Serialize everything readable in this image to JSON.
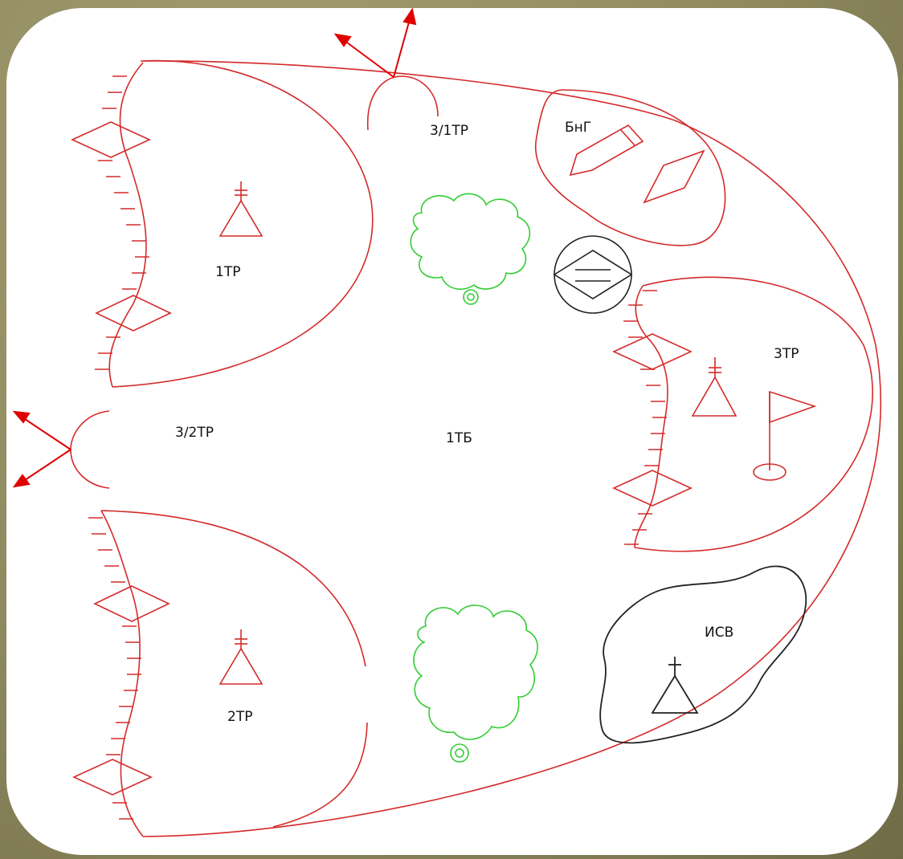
{
  "labels": {
    "bng": "БнГ",
    "rear_3_1": "3/1ТР",
    "tr1": "1ТР",
    "tr3": "3ТР",
    "rear_3_2": "3/2ТР",
    "tb1": "1ТБ",
    "isv": "ИСВ",
    "tr2": "2ТР"
  },
  "colors": {
    "background": "#8f8a5f",
    "card": "#ffffff",
    "outline": "#d42a2a",
    "arrow": "#e00000",
    "vegetation": "#33cc33",
    "dark_symbol": "#222222"
  },
  "icons": [
    "arrow-icon",
    "diamond-icon",
    "triangle-symbol-icon",
    "flag-icon",
    "bush-icon",
    "circle-diamond-icon",
    "pencil-icon"
  ]
}
